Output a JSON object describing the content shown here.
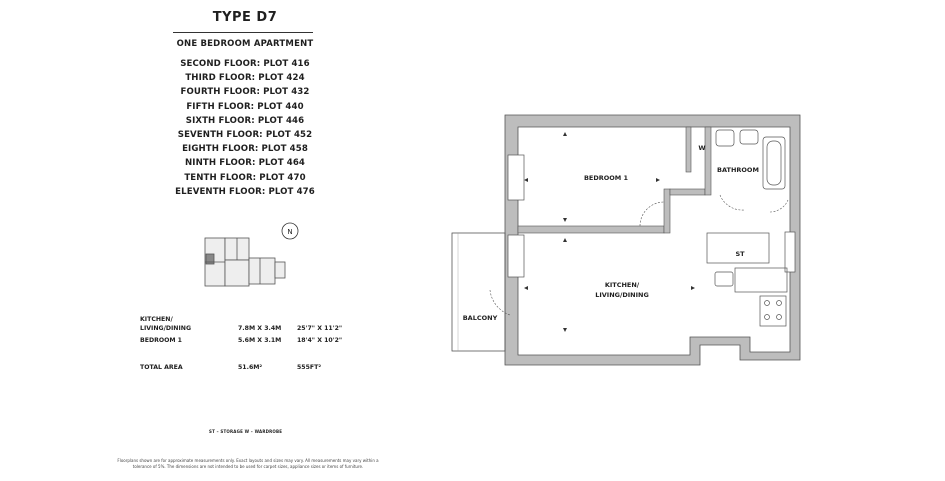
{
  "header": {
    "title": "TYPE D7",
    "apartment_type": "ONE BEDROOM APARTMENT"
  },
  "plots": [
    "SECOND FLOOR: PLOT 416",
    "THIRD FLOOR: PLOT 424",
    "FOURTH FLOOR: PLOT 432",
    "FIFTH FLOOR: PLOT 440",
    "SIXTH FLOOR: PLOT 446",
    "SEVENTH FLOOR: PLOT 452",
    "EIGHTH FLOOR: PLOT 458",
    "NINTH FLOOR: PLOT 464",
    "TENTH FLOOR: PLOT 470",
    "ELEVENTH FLOOR: PLOT 476"
  ],
  "keyplan": {
    "north": "N"
  },
  "areas": {
    "kitchen": {
      "label_line1": "KITCHEN/",
      "label_line2": "LIVING/DINING",
      "metric": "7.8M X 3.4M",
      "imperial": "25'7\" X 11'2\""
    },
    "bedroom": {
      "label": "BEDROOM 1",
      "metric": "5.6M X 3.1M",
      "imperial": "18'4\" X 10'2\""
    },
    "total": {
      "label": "TOTAL AREA",
      "metric": "51.6M²",
      "imperial": "555FT²"
    }
  },
  "legend": "ST – STORAGE    W – WARDROBE",
  "disclaimer": "Floorplans shown are for approximate measurements only. Exact layouts and sizes may vary. All measurements may vary within a tolerance of 5%. The dimensions are not intended to be used for carpet sizes, appliance sizes or items of furniture.",
  "floorplan": {
    "rooms": {
      "bedroom": "BEDROOM 1",
      "bathroom": "BATHROOM",
      "wardrobe": "W",
      "storage": "ST",
      "kitchen_line1": "KITCHEN/",
      "kitchen_line2": "LIVING/DINING",
      "balcony": "BALCONY"
    }
  }
}
